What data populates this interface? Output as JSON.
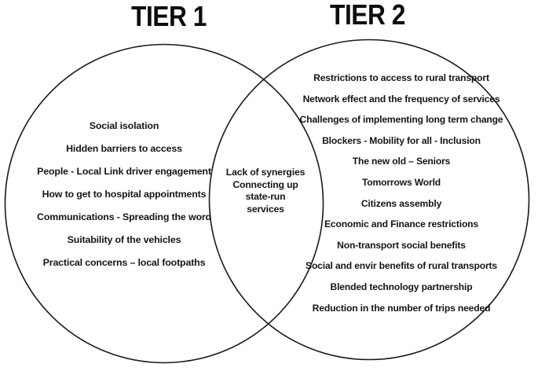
{
  "diagram": {
    "type": "venn-2-set",
    "background_color": "#ffffff",
    "stroke_color": "#1a1a1a",
    "text_color": "#151515",
    "title_color": "#0d0d0d",
    "left_set": {
      "title": "TIER 1",
      "items": [
        "Social isolation",
        "Hidden barriers to access",
        "People - Local Link driver engagement",
        "How to get to hospital appointments",
        "Communications - Spreading the word",
        "Suitability of the vehicles",
        "Practical concerns – local footpaths"
      ]
    },
    "right_set": {
      "title": "TIER 2",
      "items": [
        "Restrictions to access to rural transport",
        "Network effect and the frequency of services",
        "Challenges of implementing long term change",
        "Blockers - Mobility for all - Inclusion",
        "The new old – Seniors",
        "Tomorrows World",
        "Citizens assembly",
        "Economic and Finance restrictions",
        "Non-transport social benefits",
        "Social and envir benefits of rural transports",
        "Blended technology partnership",
        "Reduction in the number of trips needed"
      ]
    },
    "intersection": {
      "items": [
        "Lack of synergies",
        "Connecting up",
        "state-run",
        "services"
      ]
    }
  }
}
